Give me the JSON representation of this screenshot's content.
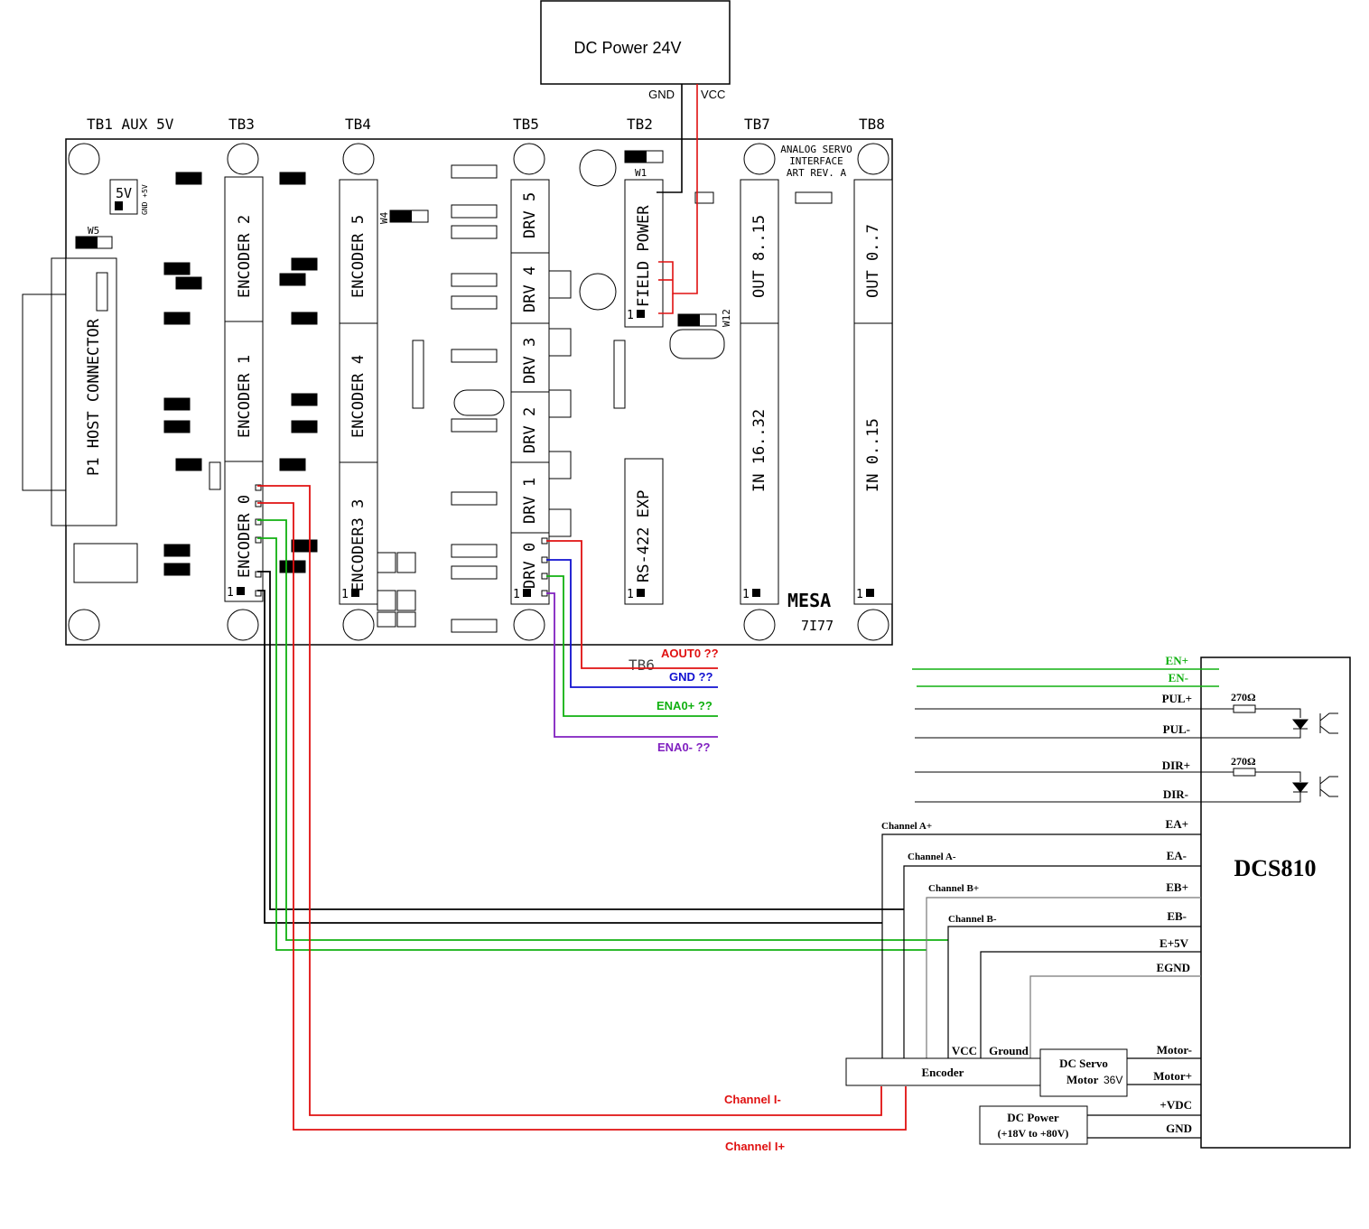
{
  "power_supply": {
    "label": "DC Power 24V",
    "gnd": "GND",
    "vcc": "VCC"
  },
  "board": {
    "terminal_headers": [
      "TB1 AUX 5V",
      "TB3",
      "TB4",
      "TB5",
      "TB2",
      "TB7",
      "TB8"
    ],
    "title_lines": [
      "ANALOG SERVO",
      "INTERFACE",
      "ART REV. A"
    ],
    "encoder_labels": [
      "ENCODER 2",
      "ENCODER 1",
      "ENCODER 0",
      "ENCODER 5",
      "ENCODER 4",
      "ENCODER3 3"
    ],
    "drive_labels": [
      "DRV 5",
      "DRV 4",
      "DRV 3",
      "DRV 2",
      "DRV 1",
      "DRV 0"
    ],
    "field_power": "FIELD POWER",
    "rs422": "RS-422 EXP",
    "out_labels": [
      "OUT 8..15",
      "OUT 0..7"
    ],
    "in_labels": [
      "IN 16..32",
      "IN 0..15"
    ],
    "host_connector": "P1 HOST CONNECTOR",
    "jumper_5v": "5V",
    "jumper_5v_side": "GND +5V",
    "w_labels": [
      "W5",
      "W1",
      "W4",
      "W12"
    ],
    "pin1": "1",
    "brand": "MESA",
    "model": "7I77",
    "tb6": "TB6"
  },
  "tb6_signals": [
    {
      "label": "AOUT0 ??",
      "color": "#e01010"
    },
    {
      "label": "GND  ??",
      "color": "#1010d0"
    },
    {
      "label": "ENA0+ ??",
      "color": "#10b010"
    },
    {
      "label": "ENA0- ??",
      "color": "#8020c0"
    }
  ],
  "drive": {
    "name": "DCS810",
    "pins": [
      "EN+",
      "EN-",
      "PUL+",
      "PUL-",
      "DIR+",
      "DIR-",
      "EA+",
      "EA-",
      "EB+",
      "EB-",
      "E+5V",
      "EGND",
      "Motor-",
      "Motor+",
      "+VDC",
      "GND"
    ],
    "resistors": [
      "270Ω",
      "270Ω"
    ]
  },
  "channels": [
    "Channel A+",
    "Channel A-",
    "Channel B+",
    "Channel B-"
  ],
  "encoder": {
    "label": "Encoder",
    "vcc": "VCC",
    "ground": "Ground"
  },
  "motor": {
    "line1": "DC Servo",
    "line2": "Motor",
    "voltage": "36V"
  },
  "motor_power": {
    "line1": "DC Power",
    "line2": "(+18V to +80V)"
  },
  "index_channels": [
    "Channel I-",
    "Channel I+"
  ],
  "colors": {
    "red": "#e01010",
    "blue": "#1010d0",
    "green": "#10b010",
    "purple": "#8020c0",
    "black": "#000000",
    "gray": "#777777"
  }
}
